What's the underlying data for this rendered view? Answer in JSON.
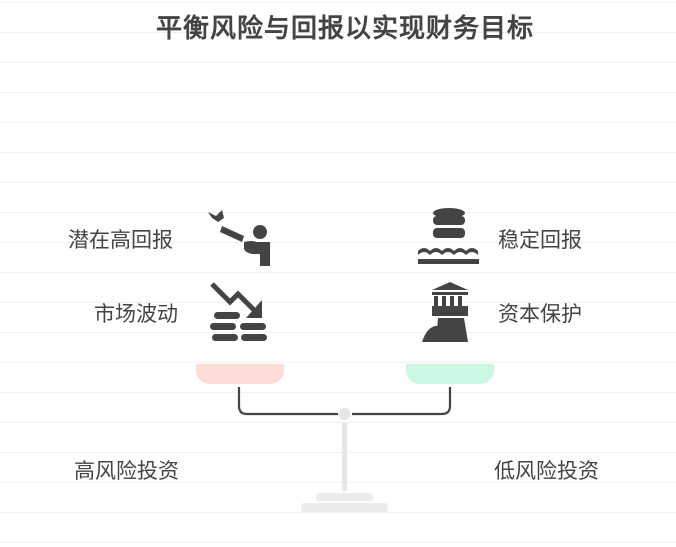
{
  "title": "平衡风险与回报以实现财务目标",
  "left": {
    "items": [
      {
        "label": "潜在高回报",
        "icon": "bird-release-person-icon"
      },
      {
        "label": "市场波动",
        "icon": "declining-coins-icon"
      }
    ],
    "label": "高风险投资",
    "pan_color": "#ffdcd8"
  },
  "right": {
    "items": [
      {
        "label": "稳定回报",
        "icon": "database-waves-icon"
      },
      {
        "label": "资本保护",
        "icon": "lighthouse-icon"
      }
    ],
    "label": "低风险投资",
    "pan_color": "#c9f7e2"
  }
}
